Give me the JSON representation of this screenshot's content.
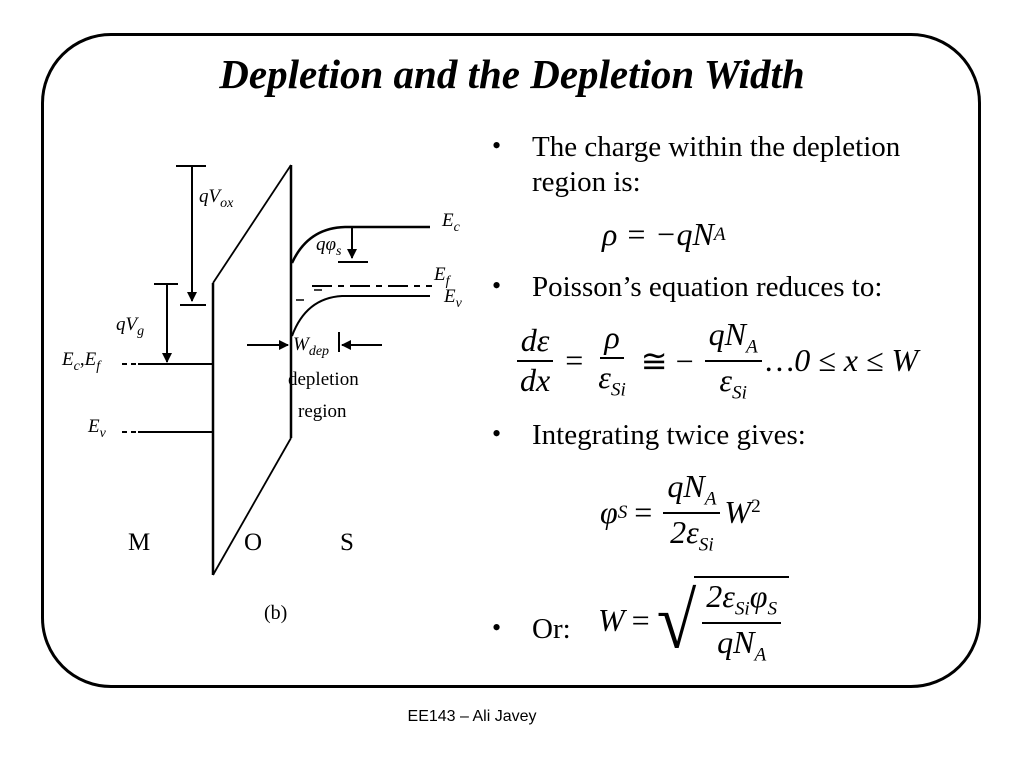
{
  "title": "Depletion and the Depletion Width",
  "footer": "EE143 – Ali Javey",
  "diagram": {
    "label_qvox": "qV",
    "label_qvox_sub": "ox",
    "label_qvg": "qV",
    "label_qvg_sub": "g",
    "label_ec_left": "E",
    "label_ec_left_sub": "c",
    "label_ef_left": "E",
    "label_ef_left_sub": "f",
    "label_ev_left": "E",
    "label_ev_left_sub": "v",
    "label_ec_right": "E",
    "label_ec_right_sub": "c",
    "label_ef_right": "E",
    "label_ef_right_sub": "f",
    "label_ev_right": "E",
    "label_ev_right_sub": "v",
    "label_qphis": "qφ",
    "label_qphis_sub": "s",
    "label_wdep": "W",
    "label_wdep_sub": "dep",
    "label_depletion": "depletion",
    "label_region": "region",
    "label_m": "M",
    "label_o": "O",
    "label_s": "S",
    "label_b": "(b)"
  },
  "bullets": [
    "The charge within the depletion region is:",
    "Poisson’s equation reduces to:",
    "Integrating twice gives:",
    "Or:"
  ],
  "equations": {
    "rho": "ρ = −qN",
    "rho_sub": "A",
    "poisson_num_left": "dε",
    "poisson_den_left": "dx",
    "poisson_num_mid": "ρ",
    "poisson_den_mid": "ε",
    "poisson_den_mid_sub": "Si",
    "poisson_num_right": "qN",
    "poisson_num_right_sub": "A",
    "poisson_den_right": "ε",
    "poisson_den_right_sub": "Si",
    "poisson_range": "…0 ≤ x ≤ W",
    "phi_lhs": "φ",
    "phi_lhs_sub": "S",
    "phi_num": "qN",
    "phi_num_sub": "A",
    "phi_den": "2ε",
    "phi_den_sub": "Si",
    "phi_tail": "W",
    "phi_tail_sup": "2",
    "w_lhs": "W",
    "w_num": "2ε",
    "w_num_sub": "Si",
    "w_num_tail": "φ",
    "w_num_tail_sub": "S",
    "w_den": "qN",
    "w_den_sub": "A"
  }
}
